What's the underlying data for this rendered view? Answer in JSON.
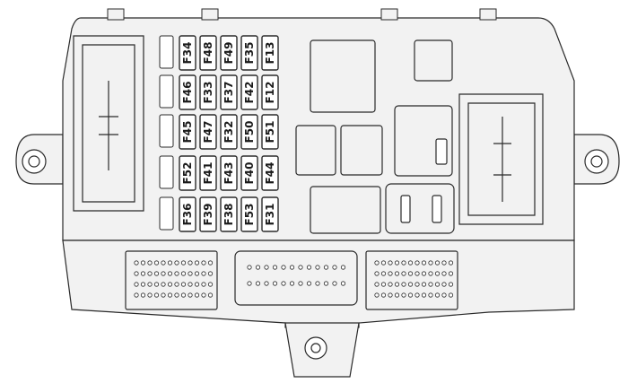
{
  "fuses": {
    "columns": [
      [
        {
          "label": "F34"
        },
        {
          "label": "F46"
        },
        {
          "label": "F45"
        },
        {
          "label": "F52"
        },
        {
          "label": "F36"
        }
      ],
      [
        {
          "label": "F48"
        },
        {
          "label": "F33"
        },
        {
          "label": "F47"
        },
        {
          "label": "F41"
        },
        {
          "label": "F39"
        }
      ],
      [
        {
          "label": "F49"
        },
        {
          "label": "F37"
        },
        {
          "label": "F32"
        },
        {
          "label": "F43"
        },
        {
          "label": "F38"
        }
      ],
      [
        {
          "label": "F35"
        },
        {
          "label": "F42"
        },
        {
          "label": "F50"
        },
        {
          "label": "F40"
        },
        {
          "label": "F53"
        }
      ],
      [
        {
          "label": "F13"
        },
        {
          "label": "F12"
        },
        {
          "label": "F51"
        },
        {
          "label": "F44"
        },
        {
          "label": "F31"
        }
      ]
    ]
  },
  "colors": {
    "outline": "#2a2a2a",
    "body_fill": "#f2f2f2",
    "fuse_fill": "#ffffff"
  }
}
